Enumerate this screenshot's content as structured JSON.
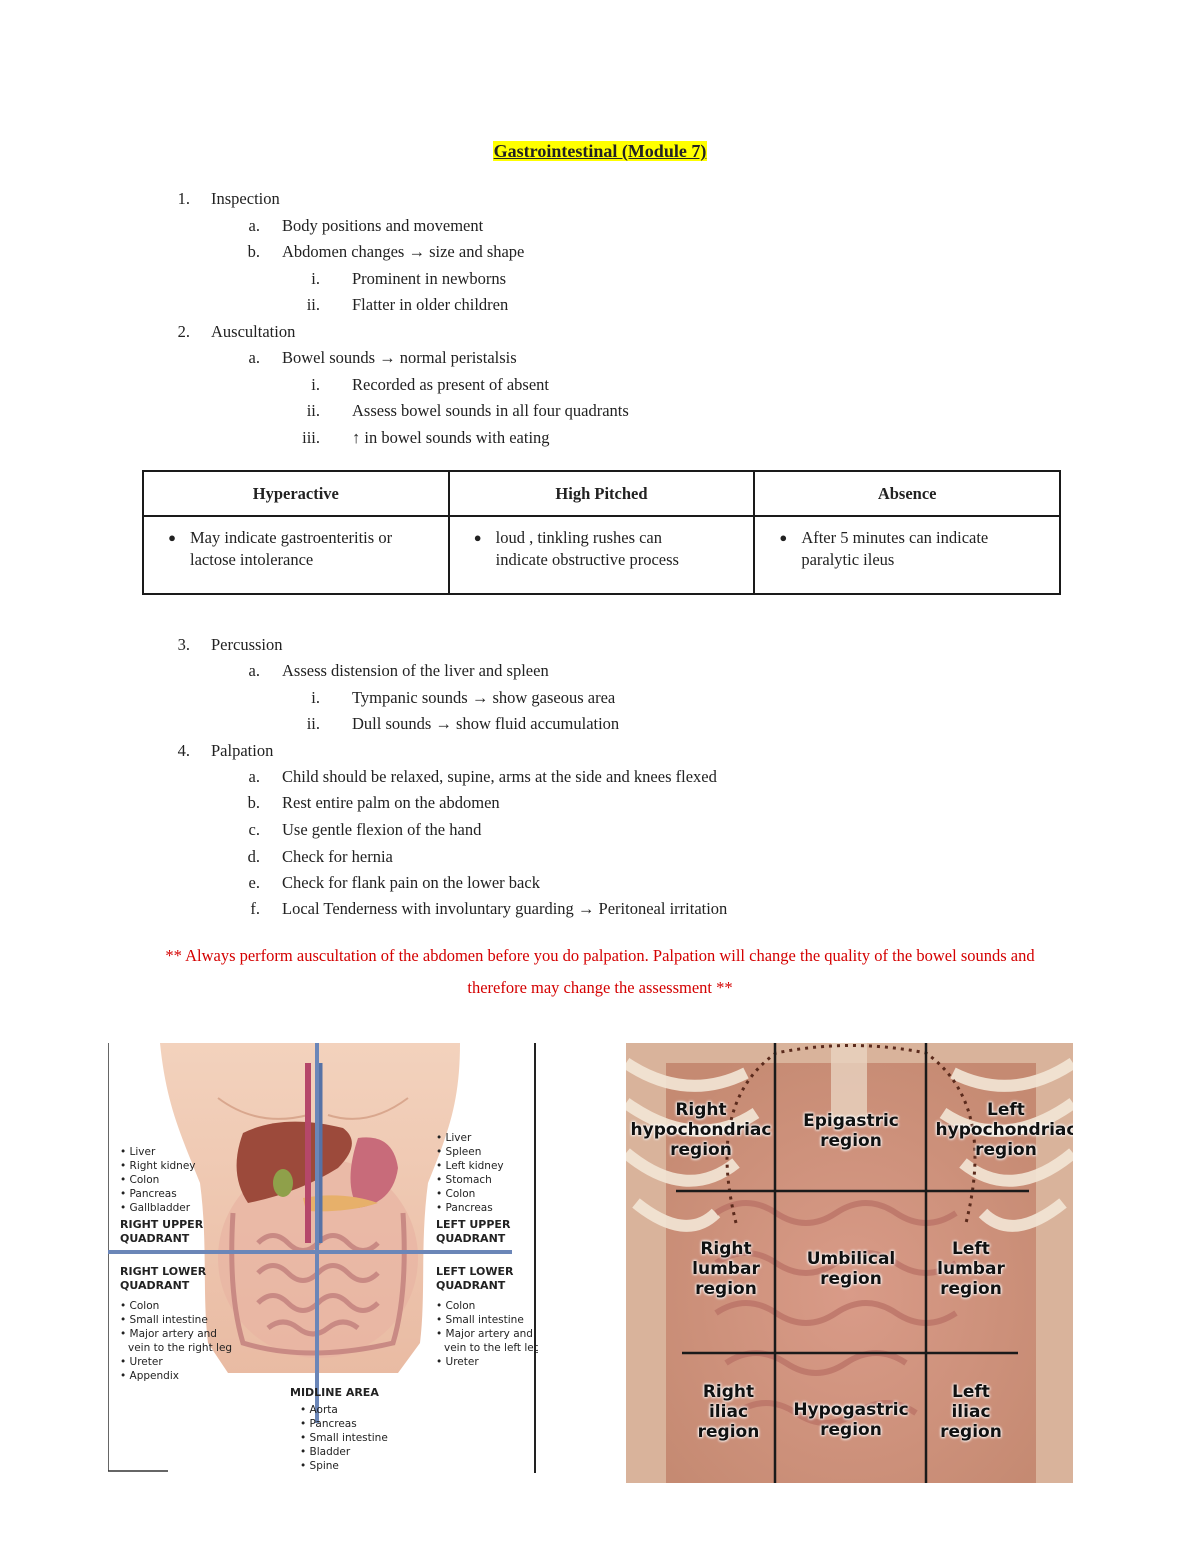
{
  "title": "Gastrointestinal (Module 7)",
  "sections": [
    {
      "num": "1.",
      "label": "Inspection",
      "items": [
        {
          "marker": "a.",
          "text": "Body positions and movement"
        },
        {
          "marker": "b.",
          "text": "Abdomen changes → size and shape",
          "sub": [
            {
              "marker": "i.",
              "text": "Prominent in newborns"
            },
            {
              "marker": "ii.",
              "text": "Flatter in older children"
            }
          ]
        }
      ]
    },
    {
      "num": "2.",
      "label": "Auscultation",
      "items": [
        {
          "marker": "a.",
          "text": "Bowel sounds → normal peristalsis",
          "sub": [
            {
              "marker": "i.",
              "text": "Recorded as present of absent"
            },
            {
              "marker": "ii.",
              "text": "Assess bowel sounds in all four quadrants"
            },
            {
              "marker": "iii.",
              "text": "↑ in bowel sounds with eating"
            }
          ]
        }
      ]
    },
    {
      "num": "3.",
      "label": "Percussion",
      "items": [
        {
          "marker": "a.",
          "text": "Assess distension of the liver and spleen",
          "sub": [
            {
              "marker": "i.",
              "text": "Tympanic sounds → show gaseous area"
            },
            {
              "marker": "ii.",
              "text": "Dull sounds →  show fluid accumulation"
            }
          ]
        }
      ]
    },
    {
      "num": "4.",
      "label": "Palpation",
      "items": [
        {
          "marker": "a.",
          "text": "Child should be relaxed, supine, arms at the side and knees flexed"
        },
        {
          "marker": "b.",
          "text": "Rest entire palm on the abdomen"
        },
        {
          "marker": "c.",
          "text": "Use gentle flexion of the hand"
        },
        {
          "marker": "d.",
          "text": "Check for hernia"
        },
        {
          "marker": "e.",
          "text": "Check for flank pain on the lower back"
        },
        {
          "marker": "f.",
          "text": "Local Tenderness with involuntary guarding →  Peritoneal irritation"
        }
      ]
    }
  ],
  "table": {
    "headers": [
      "Hyperactive",
      "High Pitched",
      "Absence"
    ],
    "cells": [
      [
        "May indicate gastroenteritis or",
        "lactose intolerance"
      ],
      [
        "loud , tinkling rushes can",
        "indicate obstructive process"
      ],
      [
        "After 5 minutes can indicate",
        "paralytic ileus"
      ]
    ]
  },
  "note": {
    "line1": "** Always perform auscultation of the abdomen before you do palpation. Palpation will change the quality of the bowel sounds and",
    "line2": "therefore may change the assessment **"
  },
  "quadrants": {
    "ruq_items": [
      "• Liver",
      "• Right kidney",
      "• Colon",
      "• Pancreas",
      "• Gallbladder"
    ],
    "ruq_head": [
      "RIGHT UPPER",
      "QUADRANT"
    ],
    "luq_items": [
      "• Liver",
      "• Spleen",
      "• Left kidney",
      "• Stomach",
      "• Colon",
      "• Pancreas"
    ],
    "luq_head": [
      "LEFT UPPER",
      "QUADRANT"
    ],
    "rlq_head": [
      "RIGHT LOWER",
      "QUADRANT"
    ],
    "rlq_items": [
      "• Colon",
      "• Small intestine",
      "• Major artery and",
      "  vein to the right leg",
      "• Ureter",
      "• Appendix"
    ],
    "llq_head": [
      "LEFT LOWER",
      "QUADRANT"
    ],
    "llq_items": [
      "• Colon",
      "• Small intestine",
      "• Major artery and",
      "  vein to the left leg",
      "• Ureter"
    ],
    "mid_head": "MIDLINE AREA",
    "mid_items": [
      "• Aorta",
      "• Pancreas",
      "• Small intestine",
      "• Bladder",
      "• Spine"
    ]
  },
  "regions": {
    "r1": [
      "Right",
      "hypochondriac",
      "region"
    ],
    "r2": [
      "Epigastric",
      "region"
    ],
    "r3": [
      "Left",
      "hypochondriac",
      "region"
    ],
    "r4": [
      "Right",
      "lumbar",
      "region"
    ],
    "r5": [
      "Umbilical",
      "region"
    ],
    "r6": [
      "Left",
      "lumbar",
      "region"
    ],
    "r7": [
      "Right",
      "iliac",
      "region"
    ],
    "r8": [
      "Hypogastric",
      "region"
    ],
    "r9": [
      "Left",
      "iliac",
      "region"
    ]
  },
  "colors": {
    "title_highlight": "#ffff00",
    "note": "#d40000",
    "quadrant_lines": "#6b86b8"
  }
}
